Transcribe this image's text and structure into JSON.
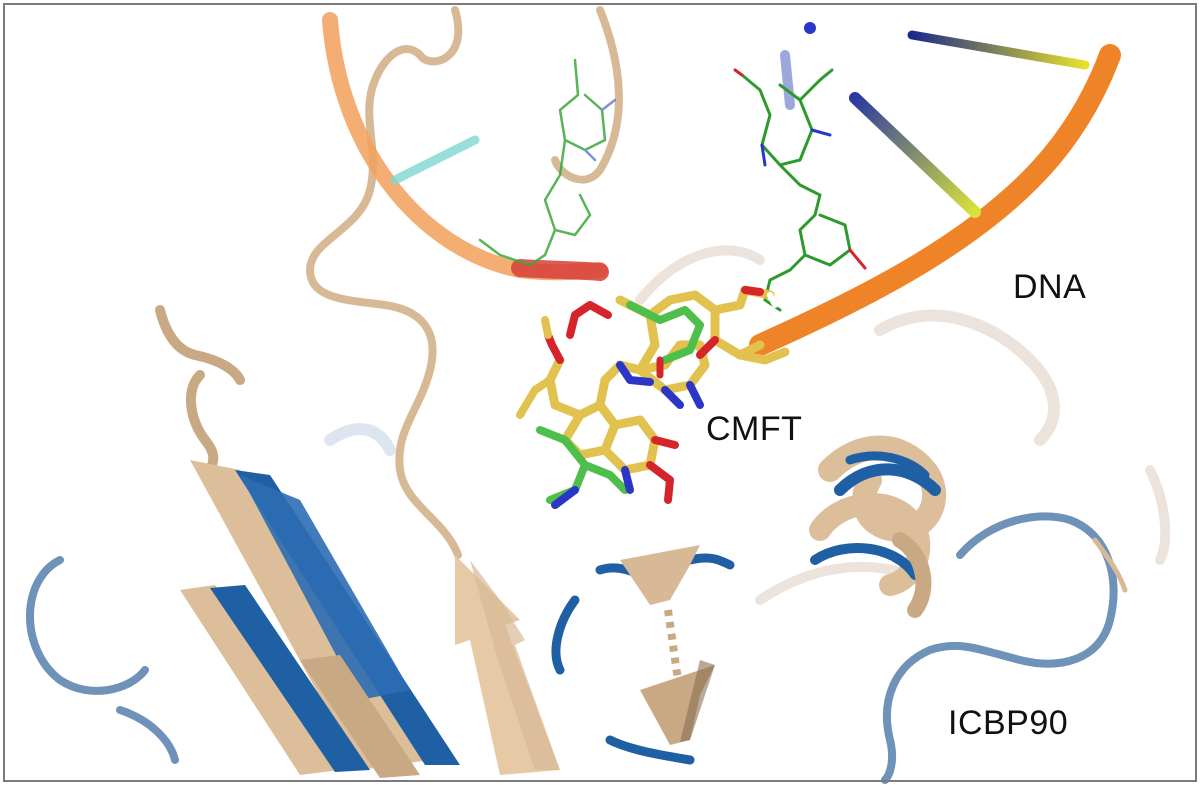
{
  "labels": {
    "dna": "DNA",
    "ligand": "CMFT",
    "protein": "ICBP90"
  },
  "colors": {
    "background": "#ffffff",
    "frame": "#7a7a7a",
    "dna_backbone": "#f08a2e",
    "protein_tan": "#dcbf9a",
    "protein_blue": "#1f5fa3",
    "ligand_yellow": "#e2c24e",
    "ligand_green": "#4dbf4a",
    "oxygen_red": "#d6252a",
    "nitrogen_blue": "#2b36c7",
    "base_green": "#2e9a2e",
    "cyan_base": "#7fd6d0"
  }
}
